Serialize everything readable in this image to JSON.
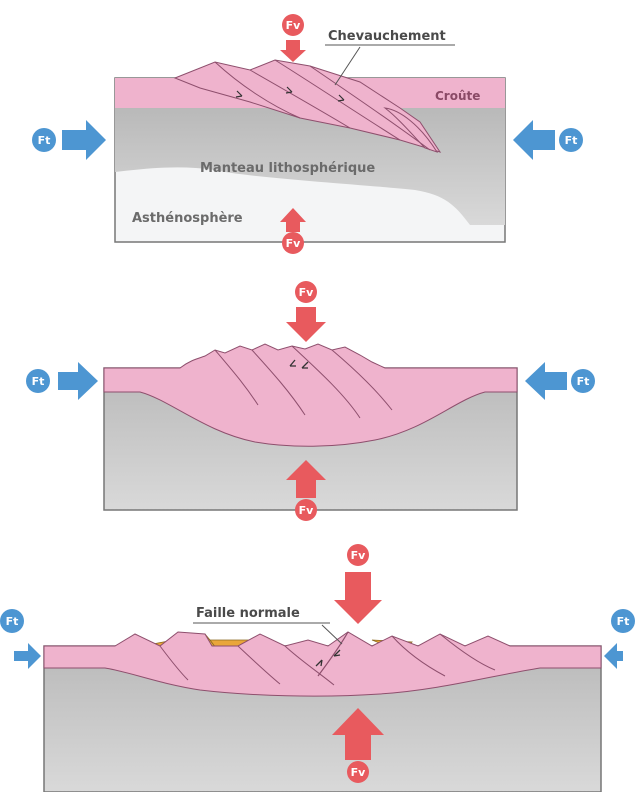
{
  "labels": {
    "chevauchement": "Chevauchement",
    "croute": "Croûte",
    "manteau": "Manteau lithosphérique",
    "asthenosphere": "Asthénosphère",
    "faille_normale": "Faille normale",
    "fv": "Fv",
    "ft": "Ft"
  },
  "colors": {
    "crust": "#efb3cd",
    "crust_stroke": "#8e4f6d",
    "mantle": "#c6c6c6",
    "asthenosphere": "#f4f5f6",
    "sediment": "#e9a63a",
    "vertical_force": "#e85a5e",
    "tectonic_force": "#4d96d2"
  },
  "icons": {
    "vertical_force": "red-arrow-icon",
    "tectonic_force": "blue-arrow-icon"
  }
}
